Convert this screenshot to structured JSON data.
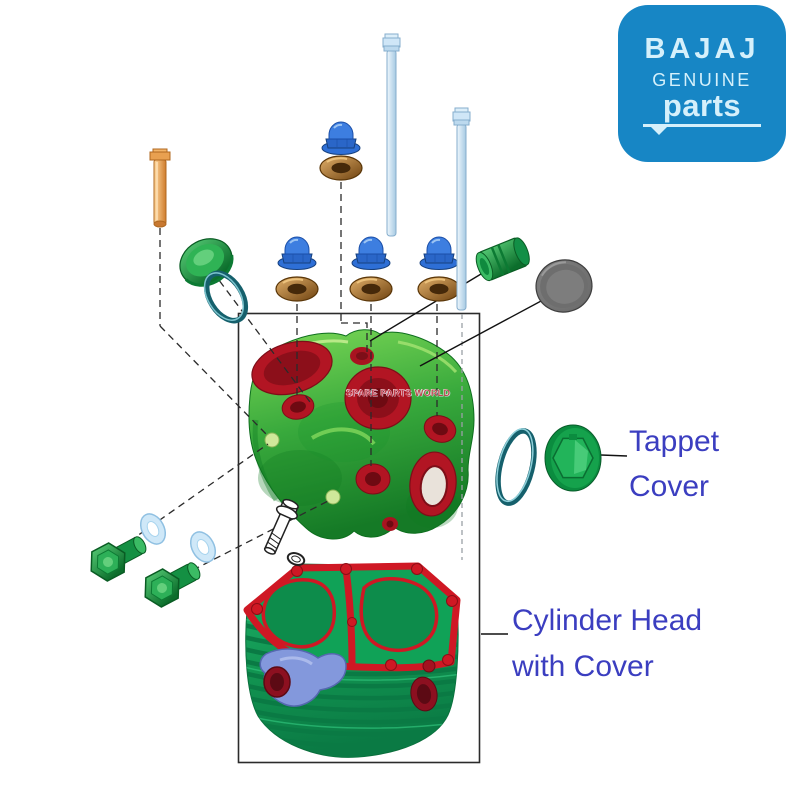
{
  "page": {
    "type": "product-parts-exploded-diagram",
    "background": "#ffffff"
  },
  "logo": {
    "brand": "BAJAJ",
    "subtitle": "GENUINE",
    "word": "parts",
    "bg_color": "#1786c5",
    "text_color": "#d5f0fb"
  },
  "callouts": {
    "tappet_cover": "Tappet Cover",
    "cylinder_head": "Cylinder Head with Cover",
    "text_color": "#3b3ec0"
  },
  "watermark": {
    "text": "SPARE PARTS WORLD"
  },
  "diagram": {
    "colors": {
      "head_green": "#2f9e38",
      "cover_green": "#10a257",
      "port_red": "#b21523",
      "gasket_red": "#cf1824",
      "acorn_nut_blue": "#2e6fd6",
      "washer_bronze": "#a9763a",
      "stud_light_blue": "#cfe6f7",
      "bolt_orange": "#e8a050",
      "oring_teal": "#15606c",
      "plug_grey": "#6b6b6b",
      "washer_light_blue": "#cfe8f8",
      "manifold_blue": "#8398dc",
      "leader_line": "#2b2b2b"
    },
    "parts": [
      {
        "name": "flange-bolt",
        "count": 1
      },
      {
        "name": "inspection-cap",
        "count": 1
      },
      {
        "name": "o-ring",
        "count": 1
      },
      {
        "name": "acorn-nut",
        "count": 4
      },
      {
        "name": "sealing-washer",
        "count": 4
      },
      {
        "name": "cylinder-stud",
        "count": 2
      },
      {
        "name": "dowel-bushing",
        "count": 1
      },
      {
        "name": "camshaft-end-plug",
        "count": 1
      },
      {
        "name": "cylinder-head",
        "count": 1
      },
      {
        "name": "tappet-cover-o-ring",
        "count": 1
      },
      {
        "name": "tappet-cover-cap",
        "count": 1
      },
      {
        "name": "outline-bolt",
        "count": 1
      },
      {
        "name": "drain-plug",
        "count": 2
      },
      {
        "name": "plug-washer",
        "count": 2
      },
      {
        "name": "cylinder-head-cover",
        "count": 1
      },
      {
        "name": "intake-manifold",
        "count": 1
      }
    ]
  }
}
